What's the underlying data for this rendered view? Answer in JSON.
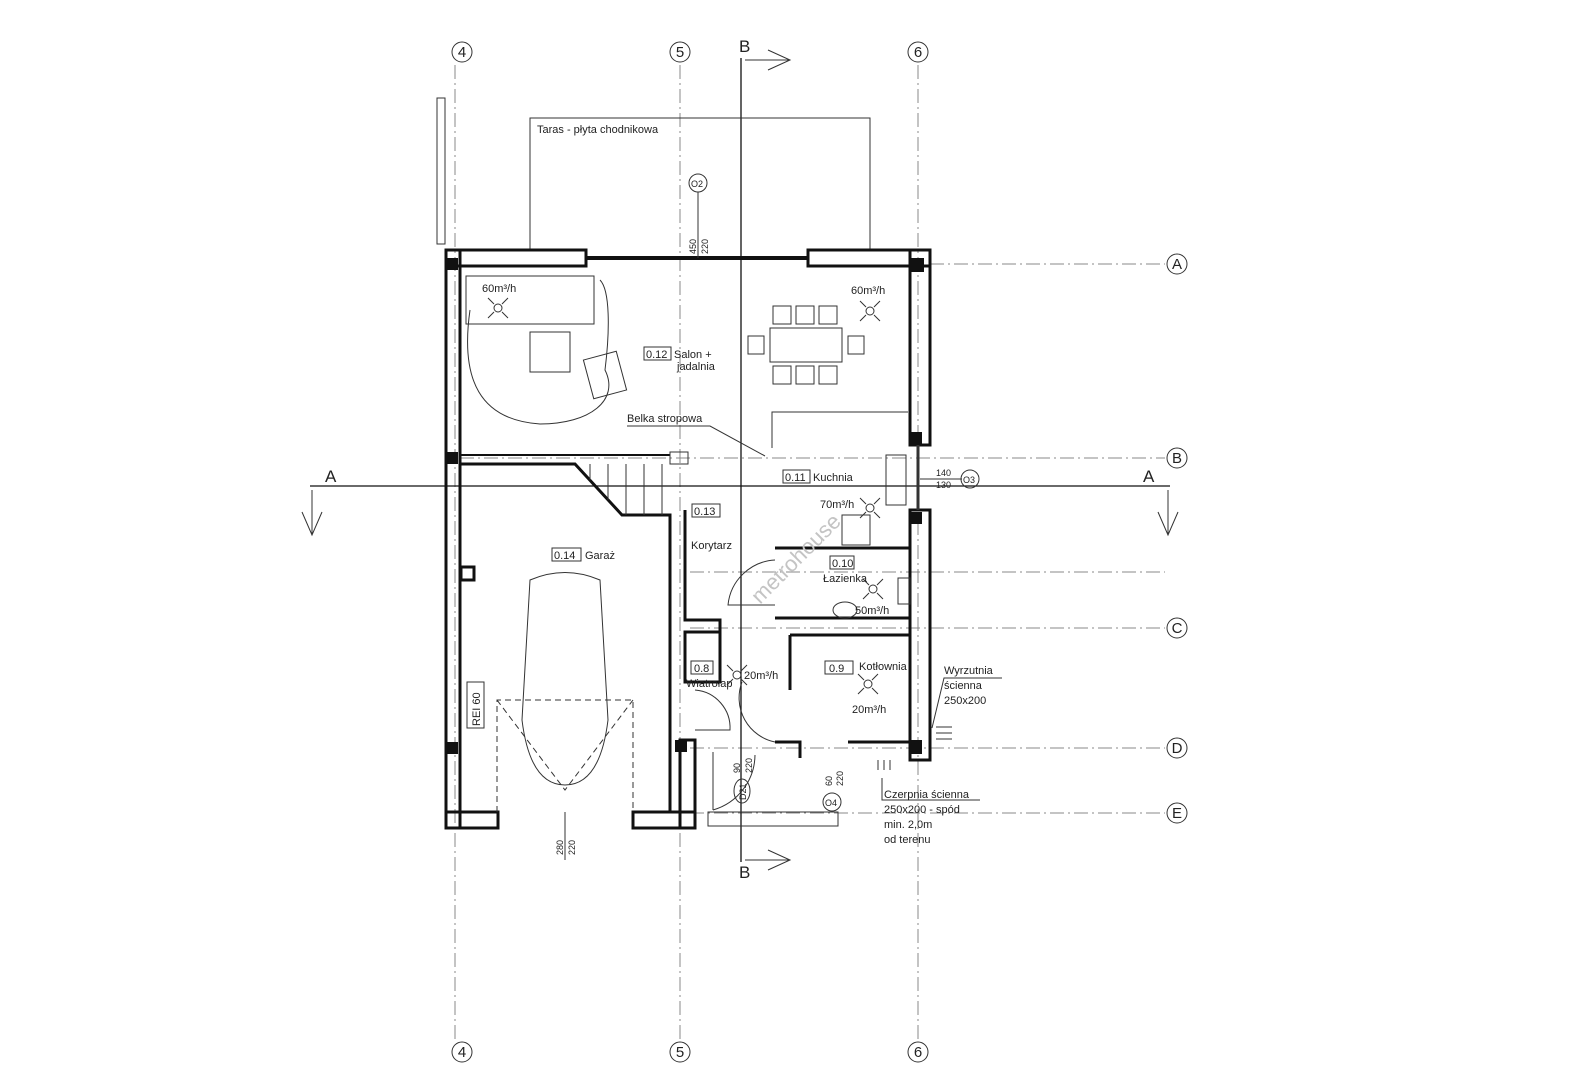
{
  "grid_axes": {
    "vertical": [
      "4",
      "5",
      "6"
    ],
    "horizontal": [
      "A",
      "B",
      "C",
      "D",
      "E"
    ]
  },
  "sections": {
    "a": "A",
    "b": "B"
  },
  "annotations": {
    "terrace": "Taras - płyta chodnikowa",
    "beam": "Belka stropowa",
    "exhaust_1": "Wyrzutnia",
    "exhaust_2": "ścienna",
    "exhaust_3": "250x200",
    "intake_1": "Czerpnia ścienna",
    "intake_2": "250x200 - spód",
    "intake_3": "min. 2,0m",
    "intake_4": "od terenu",
    "fire_rating": "REI 60",
    "watermark": "metrohouse"
  },
  "rooms": [
    {
      "number": "0.12",
      "name_1": "Salon +",
      "name_2": "jadalnia"
    },
    {
      "number": "0.11",
      "name_1": "Kuchnia"
    },
    {
      "number": "0.13",
      "name_1": "Korytarz"
    },
    {
      "number": "0.14",
      "name_1": "Garaż"
    },
    {
      "number": "0.10",
      "name_1": "Łazienka"
    },
    {
      "number": "0.9",
      "name_1": "Kotłownia"
    },
    {
      "number": "0.8",
      "name_1": "Wiatrołap"
    }
  ],
  "airflows": [
    "60m³/h",
    "60m³/h",
    "70m³/h",
    "50m³/h",
    "20m³/h",
    "20m³/h"
  ],
  "openings": [
    {
      "id": "O2",
      "dim_1": "450",
      "dim_2": "220"
    },
    {
      "id": "O3",
      "dim_1": "140",
      "dim_2": "130"
    },
    {
      "id": "O4",
      "dim_1": "60",
      "dim_2": "220"
    },
    {
      "id": "D21",
      "dim_1": "90",
      "dim_2": "220"
    },
    {
      "id": "",
      "dim_1": "280",
      "dim_2": "220"
    }
  ]
}
